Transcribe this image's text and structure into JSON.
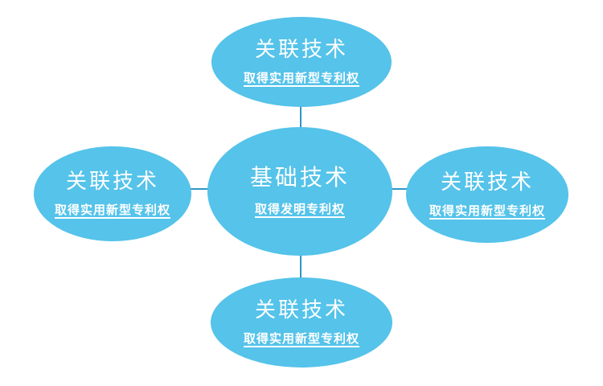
{
  "diagram": {
    "nodes": [
      {
        "id": "top",
        "title": "关联技术",
        "subtitle": "取得实用新型专利权"
      },
      {
        "id": "left",
        "title": "关联技术",
        "subtitle": "取得实用新型专利权"
      },
      {
        "id": "center",
        "title": "基础技术",
        "subtitle": "取得发明专利权"
      },
      {
        "id": "right",
        "title": "关联技术",
        "subtitle": "取得实用新型专利权"
      },
      {
        "id": "bottom",
        "title": "关联技术",
        "subtitle": "取得实用新型专利权"
      }
    ],
    "connections": [
      {
        "from": "top",
        "to": "center"
      },
      {
        "from": "left",
        "to": "center"
      },
      {
        "from": "center",
        "to": "right"
      },
      {
        "from": "center",
        "to": "bottom"
      }
    ]
  },
  "colors": {
    "ellipse_fill": "#55c3ea",
    "connector": "#2e96c3",
    "text": "#ffffff",
    "background": "#ffffff"
  }
}
